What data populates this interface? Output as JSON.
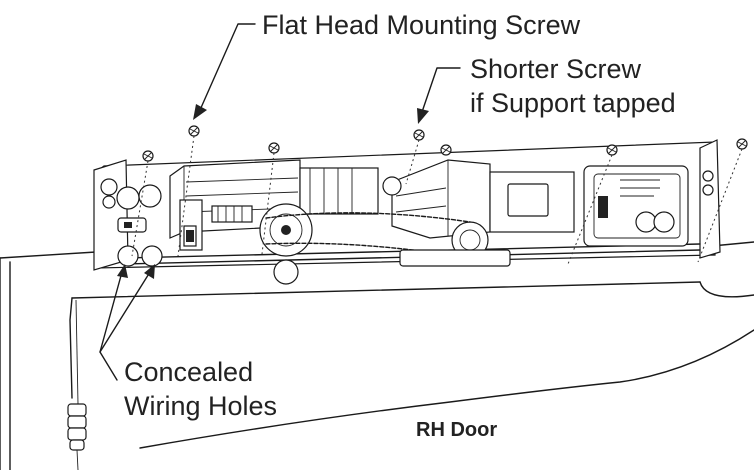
{
  "labels": {
    "flat_head": "Flat Head Mounting Screw",
    "shorter_line1": "Shorter Screw",
    "shorter_line2": "if Support tapped",
    "concealed_line1": "Concealed",
    "concealed_line2": "Wiring Holes",
    "door": "RH Door"
  },
  "icons": {
    "screw": "screw-icon",
    "arrow": "arrow-head-icon"
  }
}
